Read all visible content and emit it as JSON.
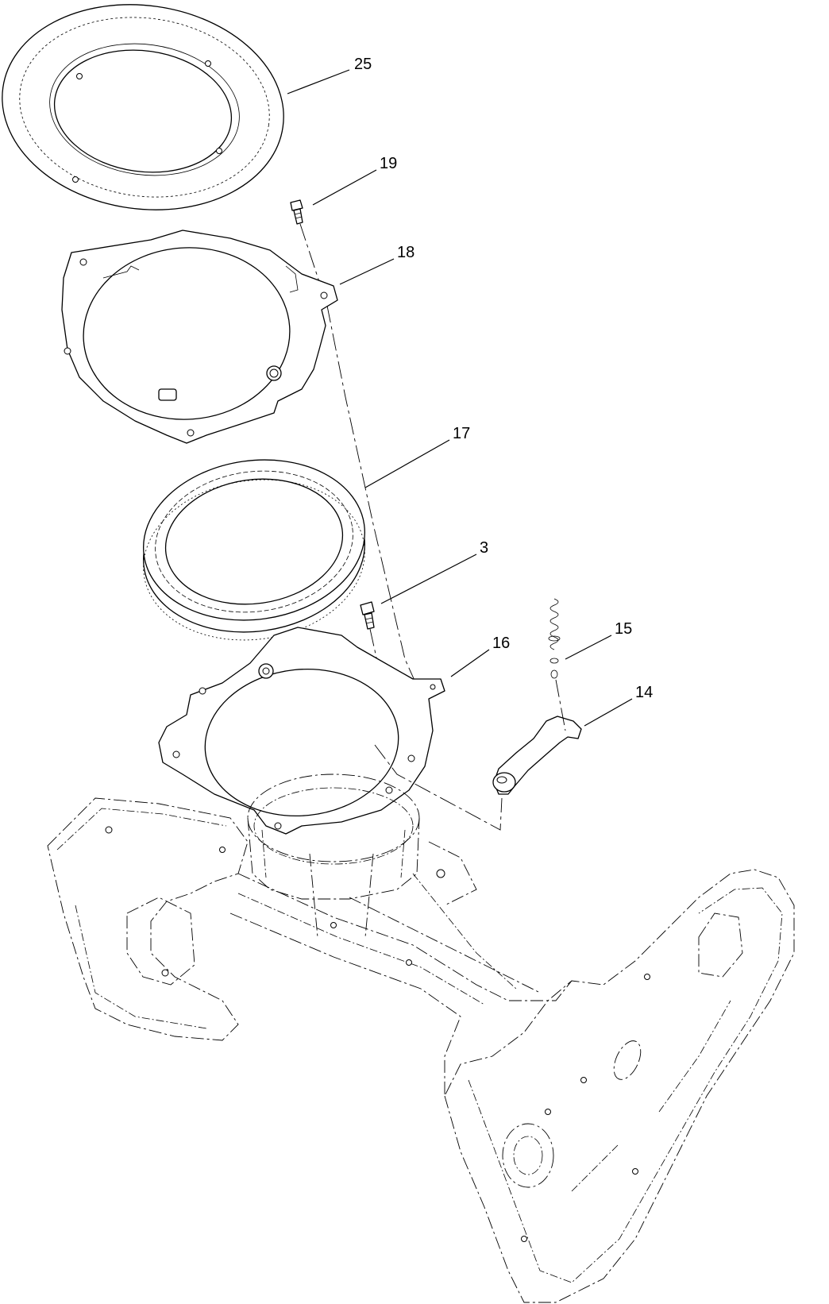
{
  "callouts": {
    "c25": "25",
    "c19": "19",
    "c18": "18",
    "c17": "17",
    "c3": "3",
    "c16": "16",
    "c15": "15",
    "c14": "14"
  },
  "colors": {
    "line": "#000000",
    "background": "#ffffff"
  }
}
